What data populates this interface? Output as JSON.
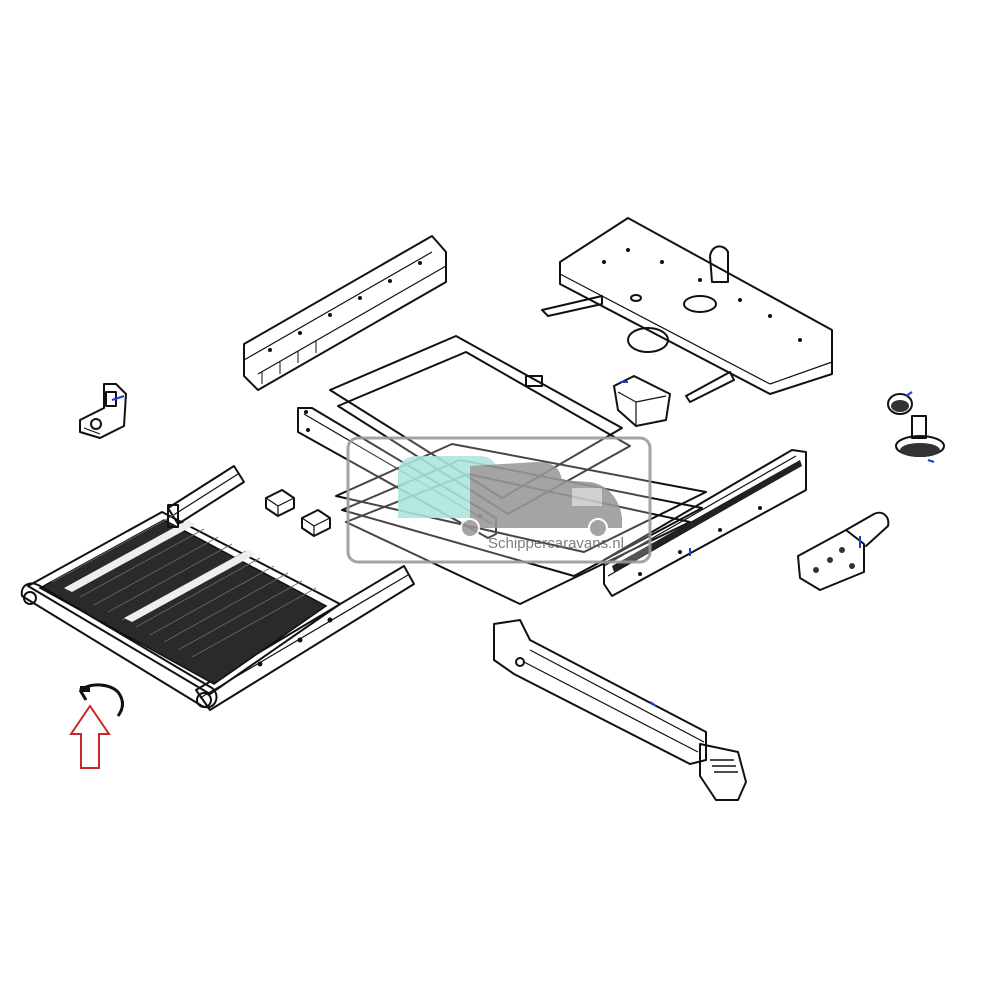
{
  "watermark": {
    "text": "Schippercaravans.nl",
    "colors": {
      "teal": "#aee6df",
      "gray": "#9b9b9b"
    }
  },
  "highlight": {
    "icon": "arrow-up-icon",
    "color": "#c62828",
    "target": "wire-harness-part"
  },
  "parts": [
    "step-tread-assembly",
    "wire-harness-part",
    "left-mounting-bracket",
    "upper-left-rail",
    "top-plate-assembly",
    "junction-box",
    "center-sheet-panels",
    "left-side-rail",
    "clip-parts",
    "right-side-rail",
    "gear-parts",
    "motor-unit",
    "lower-frame-arm"
  ],
  "line_color": "#111111"
}
